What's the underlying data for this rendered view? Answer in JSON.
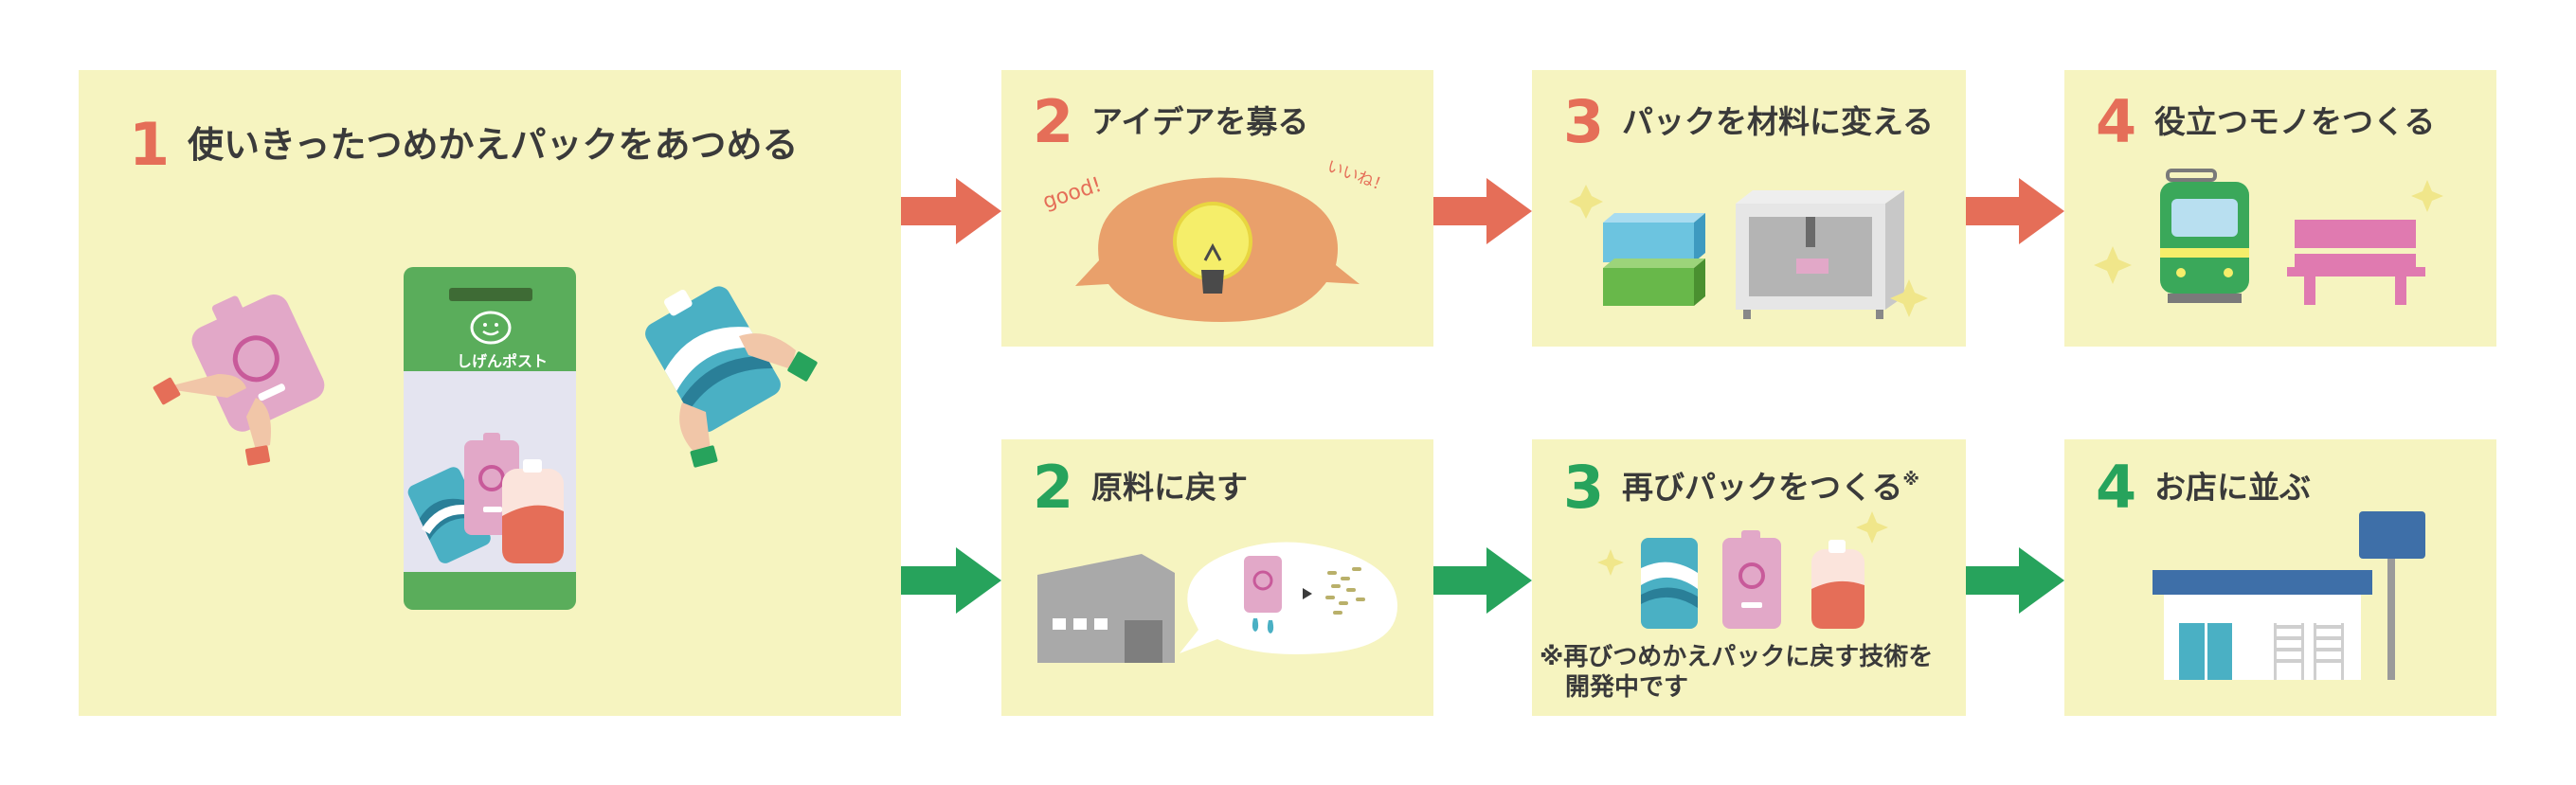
{
  "step1": {
    "num": "1",
    "title": "使いきったつめかえパックをあつめる",
    "post_label": "しげんポスト"
  },
  "top": {
    "s2": {
      "num": "2",
      "title": "アイデアを募る",
      "good": "good!",
      "iine": "いいね！"
    },
    "s3": {
      "num": "3",
      "title": "パックを材料に変える"
    },
    "s4": {
      "num": "4",
      "title": "役立つモノをつくる"
    }
  },
  "bottom": {
    "s2": {
      "num": "2",
      "title": "原料に戻す"
    },
    "s3": {
      "num": "3",
      "title": "再びパックをつくる",
      "mark": "※",
      "note_line1": "※再びつめかえパックに戻す技術を",
      "note_line2": "開発中です"
    },
    "s4": {
      "num": "4",
      "title": "お店に並ぶ"
    }
  },
  "colors": {
    "panel": "#f6f4c0",
    "red": "#e56e58",
    "green": "#27a35c",
    "post": "#5aad5b",
    "pink": "#e2a8c8"
  }
}
